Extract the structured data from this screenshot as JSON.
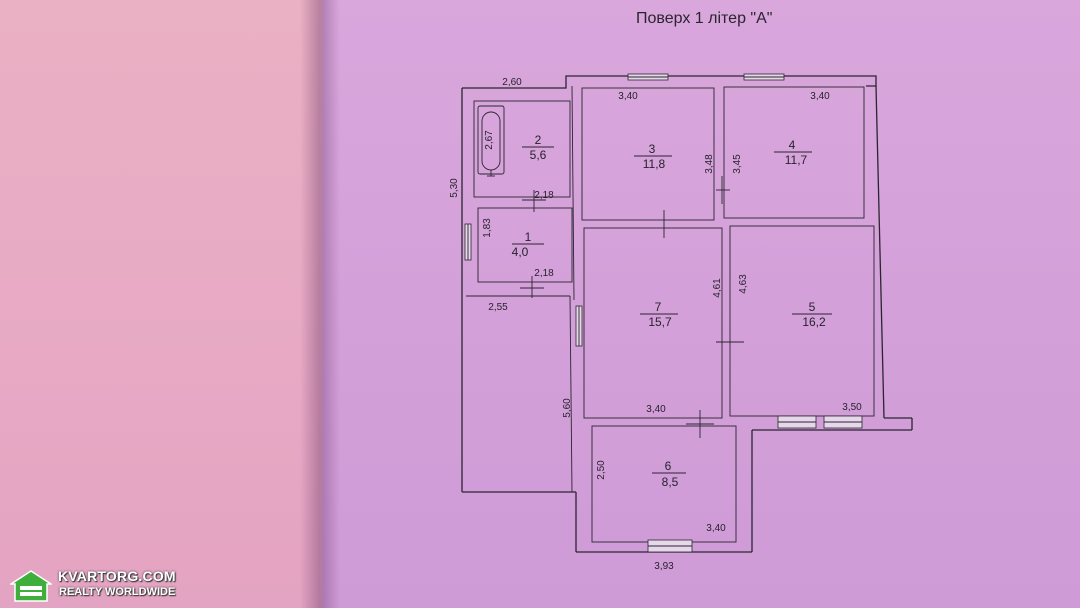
{
  "floor_title": "Поверх 1 літер \"А\"",
  "rooms": [
    {
      "number": "1",
      "area": "4,0"
    },
    {
      "number": "2",
      "area": "5,6"
    },
    {
      "number": "3",
      "area": "11,8"
    },
    {
      "number": "4",
      "area": "11,7"
    },
    {
      "number": "5",
      "area": "16,2"
    },
    {
      "number": "6",
      "area": "8,5"
    },
    {
      "number": "7",
      "area": "15,7"
    }
  ],
  "dimensions": {
    "top_left_width": "2,60",
    "room3_width": "3,40",
    "room4_width": "3,40",
    "room3_height": "3,48",
    "room4_height": "3,45",
    "left_height": "5,30",
    "bath_height": "2,67",
    "room1_top_width": "2,18",
    "room1_height": "1,83",
    "room1_bottom_width": "2,18",
    "hall_width": "2,55",
    "room7_height": "4,61",
    "room5_height": "4,63",
    "hall_height": "5,60",
    "room7_width": "3,40",
    "room5_width": "3,50",
    "room6_height": "2,50",
    "room6_width": "3,40",
    "bottom_width": "3,93"
  },
  "watermark": {
    "brand": "KVARTORG.COM",
    "tagline": "REALTY WORLDWIDE",
    "icon": "house-icon"
  },
  "colors": {
    "ink": "#2b2530",
    "watermark_green": "#3fae3a"
  }
}
